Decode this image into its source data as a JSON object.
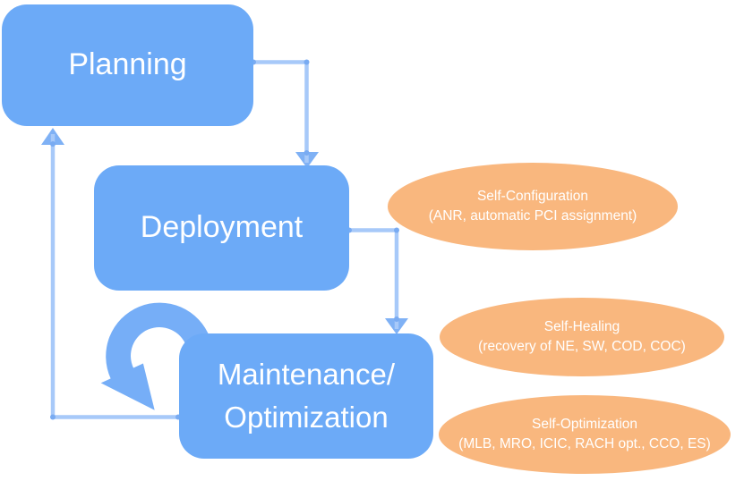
{
  "diagram": {
    "boxes": {
      "planning": {
        "label": "Planning"
      },
      "deployment": {
        "label": "Deployment"
      },
      "maintenance": {
        "line1": "Maintenance/",
        "line2": "Optimization"
      }
    },
    "ellipses": {
      "self_configuration": {
        "title": "Self-Configuration",
        "subtitle": "(ANR, automatic PCI assignment)"
      },
      "self_healing": {
        "title": "Self-Healing",
        "subtitle": "(recovery of NE, SW, COD, COC)"
      },
      "self_optimization": {
        "title": "Self-Optimization",
        "subtitle": "(MLB, MRO, ICIC, RACH opt., CCO, ES)"
      }
    },
    "colors": {
      "process_box_fill": "#6caaf7",
      "loop_arrow_fill": "#76aef7",
      "connector_line": "#a7c9f9",
      "connector_arrowhead": "#7fb1f5",
      "connector_joint": "#79abf2",
      "function_ellipse_fill": "#f9b77e",
      "label_text": "#ffffff",
      "background": "#ffffff"
    }
  }
}
